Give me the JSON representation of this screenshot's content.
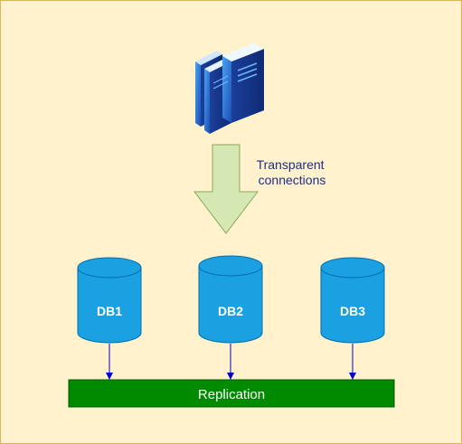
{
  "note": {
    "line1": "Transparent",
    "line2": "connections"
  },
  "databases": [
    {
      "label": "DB1"
    },
    {
      "label": "DB2"
    },
    {
      "label": "DB3"
    }
  ],
  "replication_bar": {
    "label": "Replication"
  },
  "colors": {
    "background": "#fff2cc",
    "border": "#d6b656",
    "arrow_fill": "#d5e8b4",
    "arrow_stroke": "#8fa55c",
    "db_fill": "#1ba1e2",
    "db_stroke": "#006eaf",
    "bar_fill": "#008a00",
    "bar_stroke": "#005700",
    "connector": "#0000cc"
  },
  "icons": {
    "server": "server-icon"
  }
}
